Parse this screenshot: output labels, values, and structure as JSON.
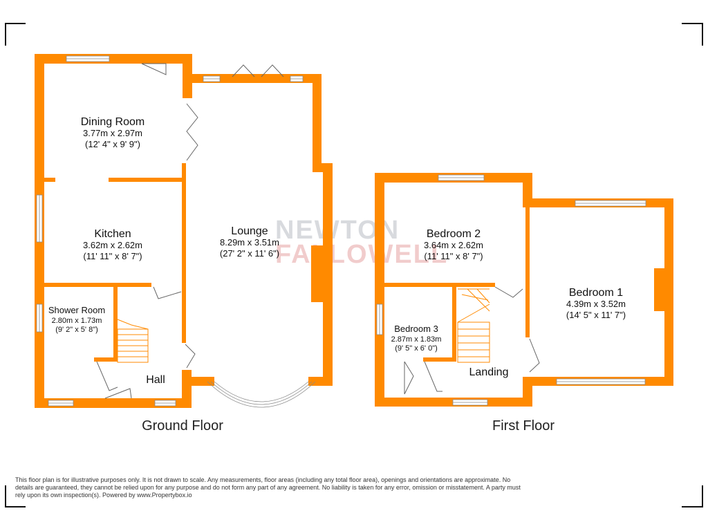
{
  "watermark": {
    "line1": "NEWTON",
    "line2": "FALLOWELL",
    "colors": [
      "#e7a4a4",
      "#b9bcc4"
    ]
  },
  "floors": [
    {
      "label": "Ground Floor"
    },
    {
      "label": "First Floor"
    }
  ],
  "rooms": [
    {
      "id": "dining-room",
      "name": "Dining Room",
      "metric": "3.77m x 2.97m",
      "imperial": "(12' 4\" x 9' 9\")"
    },
    {
      "id": "kitchen",
      "name": "Kitchen",
      "metric": "3.62m x 2.62m",
      "imperial": "(11' 11\" x 8' 7\")"
    },
    {
      "id": "shower-room",
      "name": "Shower Room",
      "metric": "2.80m x 1.73m",
      "imperial": "(9' 2\" x 5' 8\")"
    },
    {
      "id": "hall",
      "name": "Hall"
    },
    {
      "id": "lounge",
      "name": "Lounge",
      "metric": "8.29m x 3.51m",
      "imperial": "(27' 2\" x 11' 6\")"
    },
    {
      "id": "bedroom-2",
      "name": "Bedroom 2",
      "metric": "3.64m x 2.62m",
      "imperial": "(11' 11\" x 8' 7\")"
    },
    {
      "id": "bedroom-3",
      "name": "Bedroom 3",
      "metric": "2.87m x 1.83m",
      "imperial": "(9' 5\" x 6' 0\")"
    },
    {
      "id": "landing",
      "name": "Landing"
    },
    {
      "id": "bedroom-1",
      "name": "Bedroom 1",
      "metric": "4.39m x 3.52m",
      "imperial": "(14' 5\" x 11' 7\")"
    }
  ],
  "disclaimer": "This floor plan is for illustrative purposes only. It is not drawn to scale. Any measurements, floor areas (including any total floor area), openings and orientations are approximate. No details are guaranteed, they cannot be relied upon for any purpose and do not form any part of any agreement. No liability is taken for any error, omission or misstatement. A party must rely upon its own inspection(s). Powered by www.Propertybox.io",
  "colors": {
    "wall": "#ff8a00",
    "window": "#ffffff",
    "text": "#111111"
  }
}
